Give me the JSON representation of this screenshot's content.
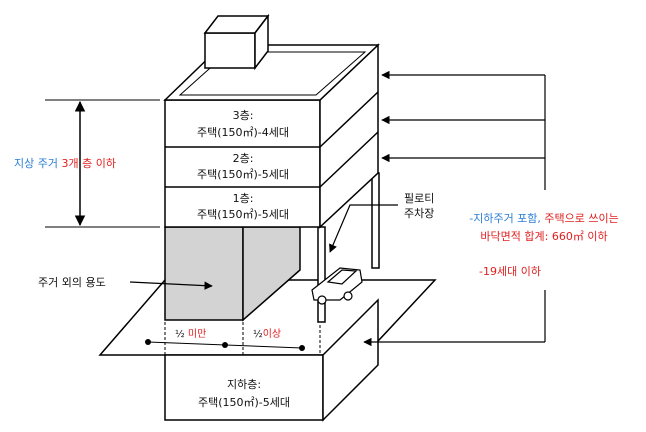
{
  "floors": {
    "third": {
      "name": "3층:",
      "use": "주택(150㎡)-4세대"
    },
    "second": {
      "name": "2층:",
      "use": "주택(150㎡)-5세대"
    },
    "first": {
      "name": "1층:",
      "use": "주택(150㎡)-5세대"
    },
    "basement": {
      "name": "지하층:",
      "use": "주택(150㎡)-5세대"
    }
  },
  "left_note": {
    "part1": "지상 주거 ",
    "part2": "3개 층 이하"
  },
  "non_residential": "주거 외의 용도",
  "piloti": {
    "line1": "필로티",
    "line2": "주차장"
  },
  "ground_split": {
    "left_frac": "½",
    "left_text": " 미만",
    "right_frac": "½",
    "right_text": "이상"
  },
  "right_note": {
    "line1a": "-지하주거 포함, ",
    "line1b": "주택으로 쓰이는",
    "line2": "바닥면적 합계: 660㎡ 이하",
    "line3": "-19세대 이하"
  },
  "colors": {
    "blue": "#2b7fd6",
    "red": "#e02020",
    "shade": "#d3d3d3"
  }
}
